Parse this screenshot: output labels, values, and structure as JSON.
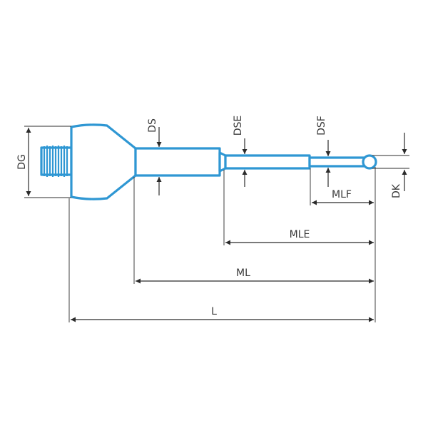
{
  "colors": {
    "part_outline": "#2f97d3",
    "dimension_lines": "#2b2b2b",
    "background": "#ffffff"
  },
  "dimensions": {
    "dg": "DG",
    "ds": "DS",
    "dse": "DSE",
    "dsf": "DSF",
    "dk": "DK",
    "mlf": "MLF",
    "mle": "MLE",
    "ml": "ML",
    "l": "L"
  }
}
